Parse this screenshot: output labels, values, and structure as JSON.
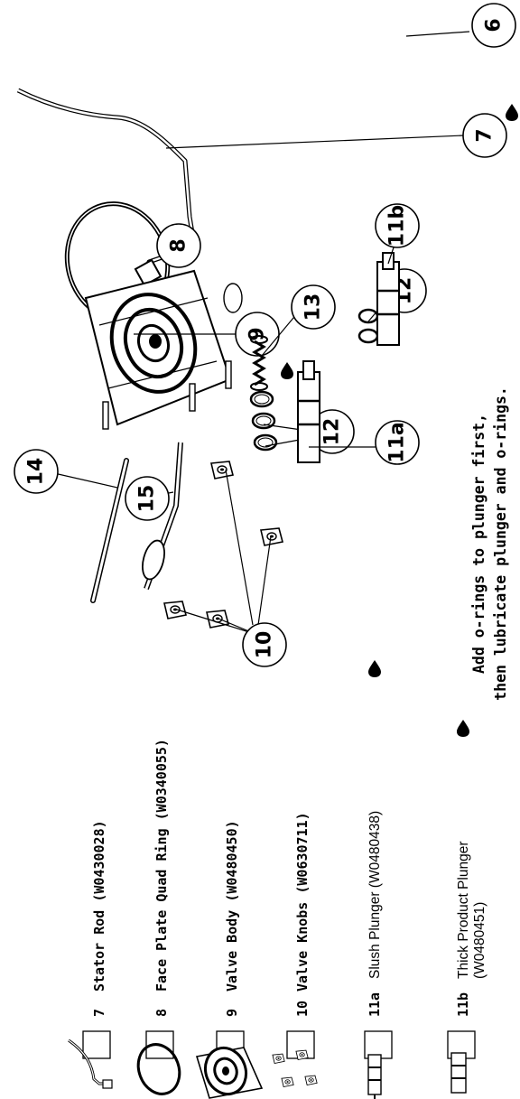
{
  "callouts": {
    "c6": "6",
    "c7": "7",
    "c8": "8",
    "c9": "9",
    "c10": "10",
    "c11a": "11a",
    "c11b": "11b",
    "c12_top": "12",
    "c12_bottom": "12",
    "c13": "13",
    "c14": "14",
    "c15": "15"
  },
  "instruction": {
    "line1": "Add o-rings to plunger first,",
    "line2": "then lubricate plunger and o-rings."
  },
  "parts_list": [
    {
      "number": "7",
      "name": "Stator Rod (W0430028)",
      "name2": "",
      "mono": true,
      "lube": false
    },
    {
      "number": "8",
      "name": "Face Plate Quad Ring (W0340055)",
      "name2": "",
      "mono": true,
      "lube": false
    },
    {
      "number": "9",
      "name": "Valve Body (W0480450)",
      "name2": "",
      "mono": true,
      "lube": false
    },
    {
      "number": "10",
      "name": "Valve Knobs (W0630711)",
      "name2": "",
      "mono": true,
      "lube": false
    },
    {
      "number": "11a",
      "name": "Slush Plunger (W0480438)",
      "name2": "",
      "mono": false,
      "lube": true
    },
    {
      "number": "11b",
      "name": "Thick Product Plunger",
      "name2": "(W0480451)",
      "mono": false,
      "lube": true
    }
  ]
}
